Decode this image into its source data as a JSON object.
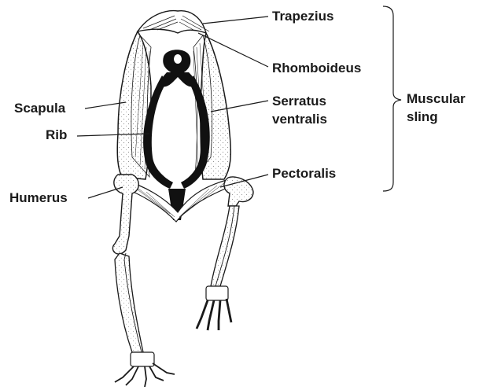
{
  "labels": {
    "trapezius": "Trapezius",
    "rhomboideus": "Rhomboideus",
    "scapula": "Scapula",
    "rib": "Rib",
    "serratus_1": "Serratus",
    "serratus_2": "ventralis",
    "pectoralis": "Pectoralis",
    "humerus": "Humerus",
    "sling_1": "Muscular",
    "sling_2": "sling"
  },
  "colors": {
    "ink": "#1a1a1a",
    "bone": "#ffffff",
    "black": "#111111"
  }
}
